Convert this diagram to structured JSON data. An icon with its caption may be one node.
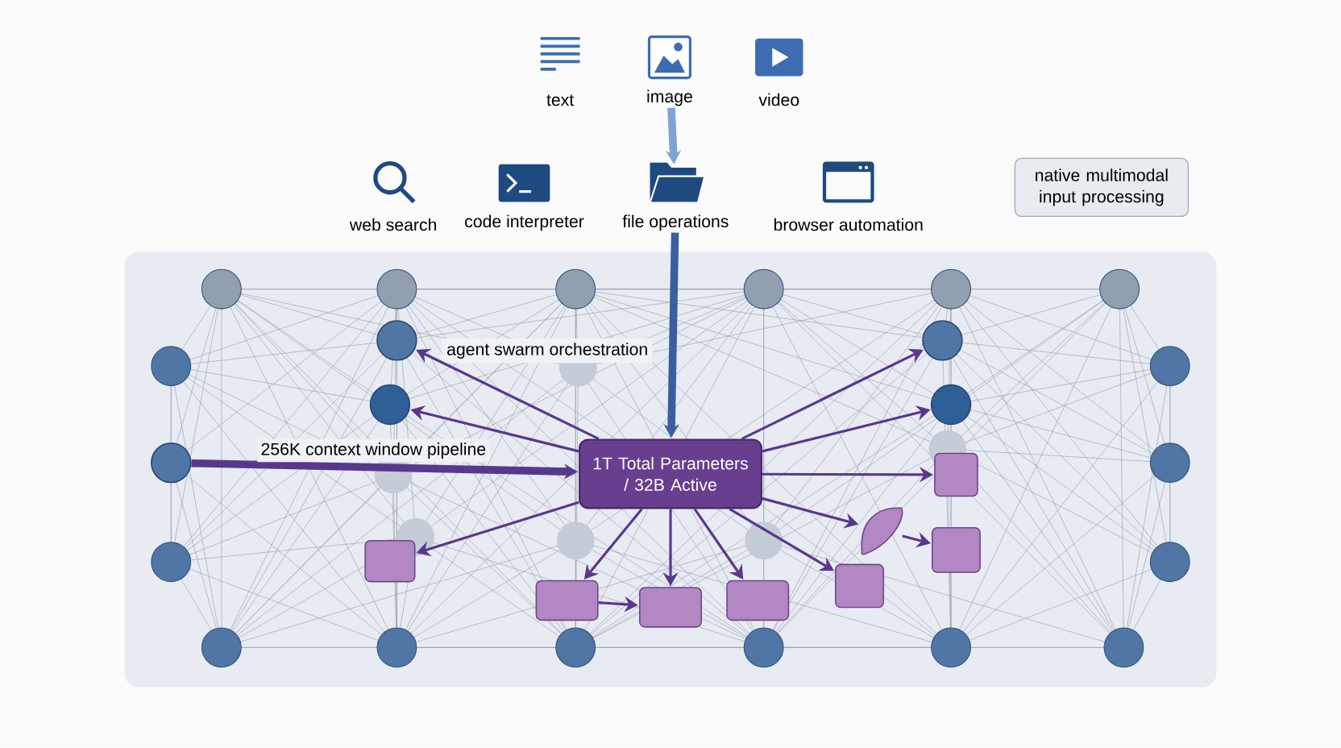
{
  "diagram": {
    "nodes": [
      {
        "text": [
          "text"
        ]
      },
      {
        "text": [
          "image"
        ]
      },
      {
        "text": [
          "video"
        ]
      },
      {
        "text": [
          "web search"
        ]
      },
      {
        "text": [
          "code interpreter"
        ]
      },
      {
        "text": [
          "file operations"
        ]
      },
      {
        "text": [
          "browser automation"
        ]
      },
      {
        "text": [
          "native multimodal input processing"
        ]
      },
      {
        "text": [
          "agent swarm orchestration"
        ]
      },
      {
        "text": [],
        "shape": "circle",
        "in": 8
      },
      {
        "text": [],
        "shape": "circle",
        "in": 8
      },
      {
        "text": [],
        "shape": "circle",
        "in": 8
      },
      {
        "text": [],
        "shape": "circle",
        "in": 8
      },
      {
        "text": [],
        "shape": "circle",
        "in": 8
      },
      {
        "text": [
          "1T Total Parameters / 32B Active"
        ],
        "in": 8
      },
      {
        "text": [],
        "shape": "box",
        "in": 8
      },
      {
        "text": [],
        "shape": "leaf",
        "in": 8
      },
      {
        "text": [],
        "shape": "box",
        "in": 8
      },
      {
        "text": [],
        "shape": "box",
        "in": 8
      },
      {
        "text": [],
        "shape": "box",
        "in": 8
      },
      {
        "text": [],
        "shape": "box",
        "in": 8
      },
      {
        "text": [],
        "shape": "box",
        "in": 8
      },
      {
        "text": [],
        "shape": "box",
        "in": 8
      }
    ],
    "edges": [
      {
        "from": 1,
        "to": 5,
        "arrow": "to",
        "color": "#7ea3d4",
        "style": "thick"
      },
      {
        "from": 5,
        "to": 14,
        "arrow": "to",
        "color": "#3a5f9e",
        "style": "thick"
      },
      {
        "from": 13,
        "to": 14,
        "arrow": "to",
        "label": "256K context window pipeline",
        "style": "thick"
      },
      {
        "from": 14,
        "to": 9,
        "arrow": "to"
      },
      {
        "from": 14,
        "to": 11,
        "arrow": "to"
      },
      {
        "from": 14,
        "to": 10,
        "arrow": "to"
      },
      {
        "from": 14,
        "to": 12,
        "arrow": "to"
      },
      {
        "from": 14,
        "to": 15,
        "arrow": "to"
      },
      {
        "from": 14,
        "to": 16,
        "arrow": "to"
      },
      {
        "from": 14,
        "to": 18,
        "arrow": "to"
      },
      {
        "from": 14,
        "to": 19,
        "arrow": "to"
      },
      {
        "from": 14,
        "to": 20,
        "arrow": "to"
      },
      {
        "from": 14,
        "to": 21,
        "arrow": "to"
      },
      {
        "from": 14,
        "to": 22,
        "arrow": "to"
      },
      {
        "from": 20,
        "to": 22,
        "arrow": "to"
      },
      {
        "from": 16,
        "to": 17,
        "arrow": "to"
      }
    ]
  }
}
